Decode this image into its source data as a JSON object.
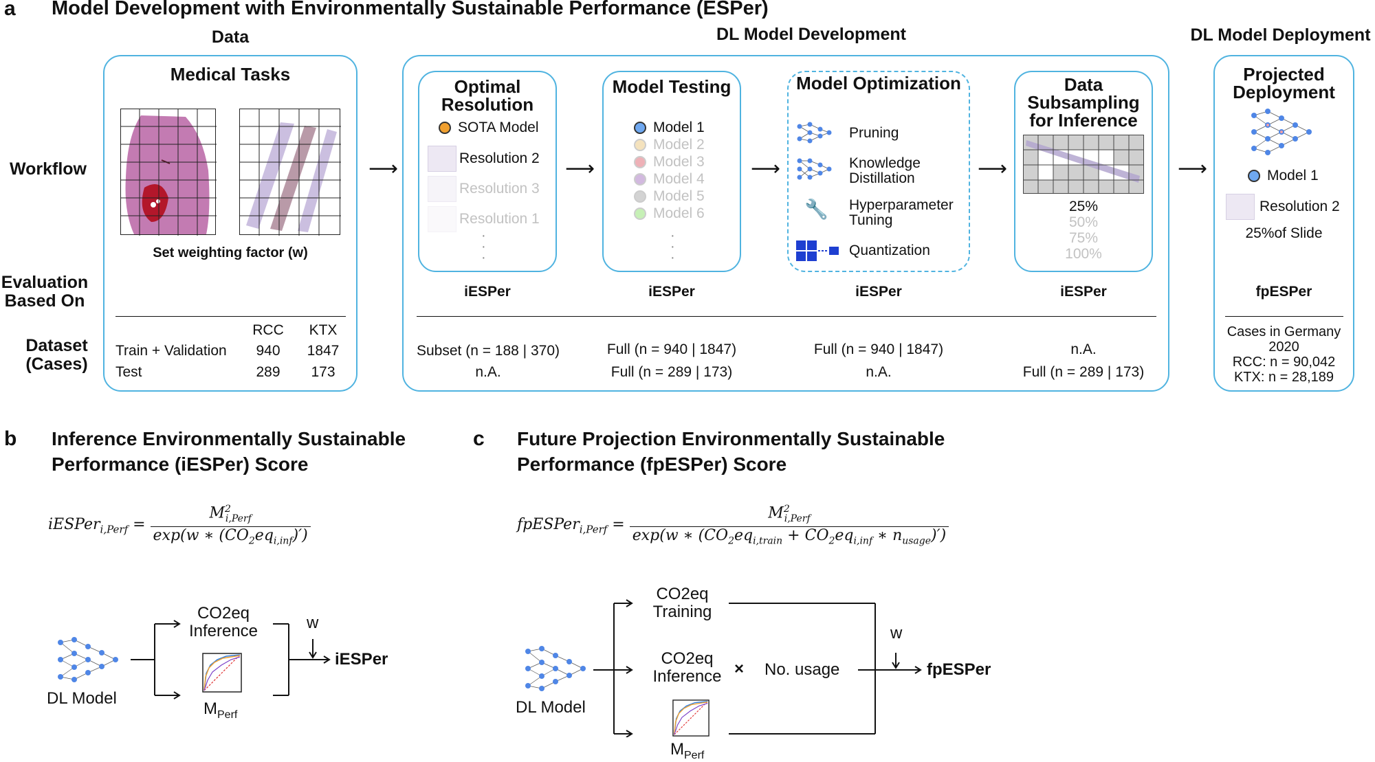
{
  "panel_a": {
    "letter": "a",
    "title": "Model Development with Environmentally Sustainable Performance (ESPer)",
    "headers": {
      "data": "Data",
      "dev": "DL Model Development",
      "deploy": "DL Model Deployment"
    },
    "row_labels": {
      "workflow": "Workflow",
      "evaluation": "Evaluation Based On",
      "dataset": "Dataset (Cases)"
    },
    "medical_tasks": {
      "title": "Medical Tasks",
      "caption": "Set weighting factor (w)",
      "table": {
        "col_headers": [
          "RCC",
          "KTX"
        ],
        "rows": [
          {
            "label": "Train + Validation",
            "rcc": "940",
            "ktx": "1847"
          },
          {
            "label": "Test",
            "rcc": "289",
            "ktx": "173"
          }
        ]
      }
    },
    "optimal_resolution": {
      "title": "Optimal Resolution",
      "items": [
        "SOTA Model",
        "Resolution 2",
        "Resolution 3",
        "Resolution 1"
      ],
      "score": "iESPer",
      "dataset_train": "Subset (n = 188 | 370)",
      "dataset_test": "n.A."
    },
    "model_testing": {
      "title": "Model Testing",
      "items": [
        "Model 1",
        "Model 2",
        "Model 3",
        "Model 4",
        "Model 5",
        "Model 6"
      ],
      "dot_colors": [
        "#6fa8f0",
        "#f4e2bd",
        "#eeb1b7",
        "#d2b9df",
        "#d3d3d3",
        "#c6f0b6"
      ],
      "score": "iESPer",
      "dataset_train": "Full (n = 940 | 1847)",
      "dataset_test": "Full (n = 289 | 173)"
    },
    "model_optimization": {
      "title": "Model Optimization",
      "items": [
        "Pruning",
        "Knowledge Distillation",
        "Hyperparameter Tuning",
        "Quantization"
      ],
      "score": "iESPer",
      "dataset_train": "Full (n = 940 | 1847)",
      "dataset_test": "n.A."
    },
    "data_subsampling": {
      "title": "Data Subsampling for Inference",
      "items": [
        "25%",
        "50%",
        "75%",
        "100%"
      ],
      "score": "iESPer",
      "dataset_train": "n.A.",
      "dataset_test": "Full (n = 289 | 173)"
    },
    "projected_deployment": {
      "title": "Projected Deployment",
      "model": "Model 1",
      "resolution": "Resolution 2",
      "slide": "25%of Slide",
      "score": "fpESPer",
      "cases": "Cases in Germany 2020",
      "rcc": "RCC: n = 90,042",
      "ktx": "KTX: n = 28,189"
    },
    "colors": {
      "accent": "#4fb3e0",
      "sota_dot": "#f0a030",
      "model_dot": "#6fa8f0"
    }
  },
  "panel_b": {
    "letter": "b",
    "title_line1": "Inference Environmentally Sustainable",
    "title_line2": "Performance (iESPer) Score",
    "flow": {
      "model_label": "DL Model",
      "co2_line1": "CO2eq",
      "co2_line2": "Inference",
      "mperf": "MPerf",
      "w": "w",
      "result": "iESPer"
    }
  },
  "panel_c": {
    "letter": "c",
    "title_line1": "Future Projection Environmentally Sustainable",
    "title_line2": "Performance (fpESPer) Score",
    "flow": {
      "model_label": "DL Model",
      "training_line1": "CO2eq",
      "training_line2": "Training",
      "inference_line1": "CO2eq",
      "inference_line2": "Inference",
      "times": "×",
      "usage": "No. usage",
      "mperf": "MPerf",
      "w": "w",
      "result": "fpESPer"
    }
  }
}
